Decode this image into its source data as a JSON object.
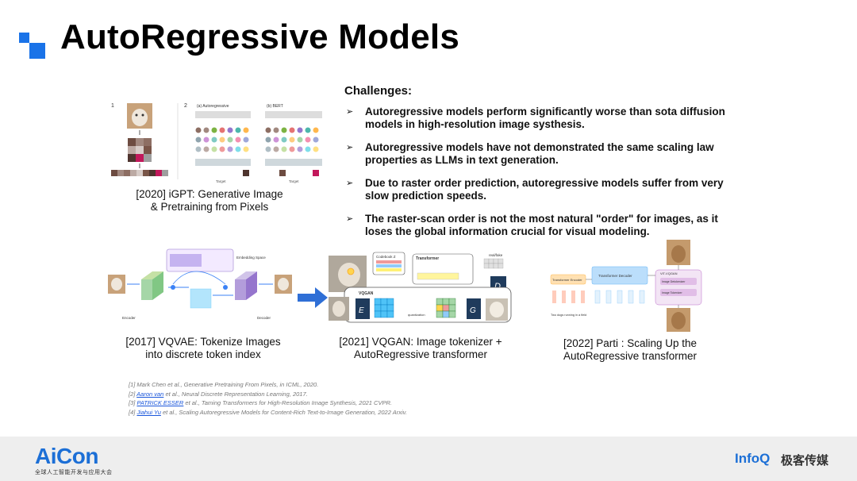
{
  "slide": {
    "title": "AutoRegressive Models",
    "accent_color": "#1a73e8"
  },
  "challenges": {
    "heading": "Challenges:",
    "bullets": [
      "Autoregressive models perform significantly worse than sota diffusion models in high-resolution image systhesis.",
      "Autoregressive models have not demonstrated the same scaling law properties as LLMs in text generation.",
      "Due to raster order prediction, autoregressive models suffer from very slow prediction speeds.",
      "The raster-scan order is not the most natural \"order\" for images, as it loses the global information crucial for visual modeling."
    ]
  },
  "figures": {
    "igpt": {
      "caption_line1": "[2020] iGPT: Generative Image",
      "caption_line2": "& Pretraining from Pixels",
      "panel1": "1",
      "panel2": "2",
      "label_a": "(a) Autoregressive",
      "label_b": "(b) BERT",
      "target_a": "Target",
      "target_b": "Target"
    },
    "vqvae": {
      "caption_line1": "[2017] VQVAE: Tokenize Images",
      "caption_line2": "into discrete token index",
      "label_embedding": "Embedding Space",
      "label_encoder": "Encoder",
      "label_decoder": "Decoder"
    },
    "vqgan": {
      "caption_line1": "[2021] VQGAN: Image tokenizer +",
      "caption_line2": "AutoRegressive transformer",
      "label_codebook": "Codebook Z",
      "label_transformer": "Transformer",
      "label_vqgan": "VQGAN",
      "label_realfake": "real/fake",
      "label_quantization": "quantization",
      "label_e": "E",
      "label_g": "G",
      "label_d": "D"
    },
    "parti": {
      "caption_line1": "[2022] Parti : Scaling Up the",
      "caption_line2": "AutoRegressive transformer",
      "label_encoder": "Transformer Encoder",
      "label_decoder": "Transformer Decoder",
      "label_vit": "ViT-VQGAN",
      "label_detok": "Image Detokenizer",
      "label_tok": "Image Tokenizer",
      "label_prompt": "Two dogs running in a field"
    }
  },
  "references": [
    {
      "prefix": "[1] Mark Chen et al., ",
      "link": "",
      "rest": "Generative Pretraining From Pixels, in ICML, 2020."
    },
    {
      "prefix": "[2] ",
      "link": "Aaron van",
      "rest": " et al., Neural Discrete Representation Learning, 2017."
    },
    {
      "prefix": "[3] ",
      "link": "PATRICK ESSER",
      "rest": " et al., Taming Transformers for High-Resolution Image Synthesis, 2021 CVPR."
    },
    {
      "prefix": "[4] ",
      "link": "Jiahui Yu",
      "rest": " et al., Scaling Autoregressive Models for Content-Rich Text-to-Image Generation, 2022 Arxiv."
    }
  ],
  "footer": {
    "left_logo": "AiCon",
    "left_sub": "全球人工智能开发与应用大会",
    "right_logo": "InfoQ",
    "right_text": "极客传媒"
  }
}
